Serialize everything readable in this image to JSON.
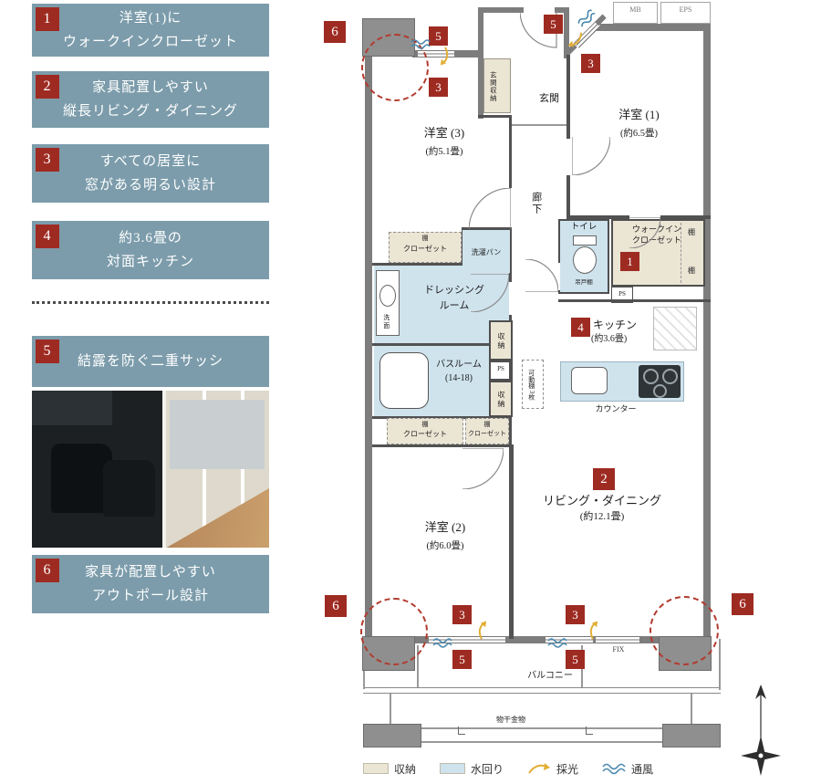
{
  "sidebar": {
    "features": [
      {
        "num": "1",
        "line1": "洋室(1)に",
        "line2": "ウォークインクローゼット"
      },
      {
        "num": "2",
        "line1": "家具配置しやすい",
        "line2": "縦長リビング・ダイニング"
      },
      {
        "num": "3",
        "line1": "すべての居室に",
        "line2": "窓がある明るい設計"
      },
      {
        "num": "4",
        "line1": "約3.6畳の",
        "line2": "対面キッチン"
      },
      {
        "num": "5",
        "line1": "結露を防ぐ二重サッシ",
        "line2": ""
      },
      {
        "num": "6",
        "line1": "家具が配置しやすい",
        "line2": "アウトポール設計"
      }
    ]
  },
  "plan": {
    "mb": "MB",
    "eps": "EPS",
    "rooms": {
      "y3": {
        "name": "洋室 (3)",
        "size": "(約5.1畳)"
      },
      "y1": {
        "name": "洋室 (1)",
        "size": "(約6.5畳)"
      },
      "y2": {
        "name": "洋室 (2)",
        "size": "(約6.0畳)"
      },
      "living": {
        "name": "リビング・ダイニング",
        "size": "(約12.1畳)"
      },
      "kitchen": {
        "name": "キッチン",
        "size": "(約3.6畳)"
      }
    },
    "labels": {
      "genkan": "玄関",
      "genkan_shunou": "玄関収納",
      "rouka": "廊下",
      "toilet": "トイレ",
      "tsurido": "吊戸棚",
      "wic1": "ウォークイン",
      "wic2": "クローゼット",
      "tana": "棚",
      "ps": "PS",
      "closet": "クローゼット",
      "sentaku": "洗濯パン",
      "dress1": "ドレッシング",
      "dress2": "ルーム",
      "senmen": "洗面",
      "bath1": "バスルーム",
      "bath2": "(14-18)",
      "shunou": "収納",
      "kadodana": "可動棚 3枚",
      "counter": "カウンター",
      "balcony": "バルコニー",
      "monohoshi": "物干金物",
      "fix": "FIX"
    },
    "badges": {
      "b1": "1",
      "b2": "2",
      "b3": "3",
      "b4": "4",
      "b5": "5",
      "b6": "6"
    }
  },
  "legend": {
    "shunou": "収納",
    "mizumawari": "水回り",
    "saikou": "採光",
    "tsufu": "通風"
  },
  "colors": {
    "feature_box": "#7c9cab",
    "badge_red": "#9e2b22",
    "wall_gray": "#7d7d7d",
    "storage_beige": "#ebe5d4",
    "water_blue": "#cfe3ed",
    "daylight_yellow": "#e2ae35",
    "wind_blue": "#4a88ad",
    "circle_red": "#b23a2e"
  }
}
